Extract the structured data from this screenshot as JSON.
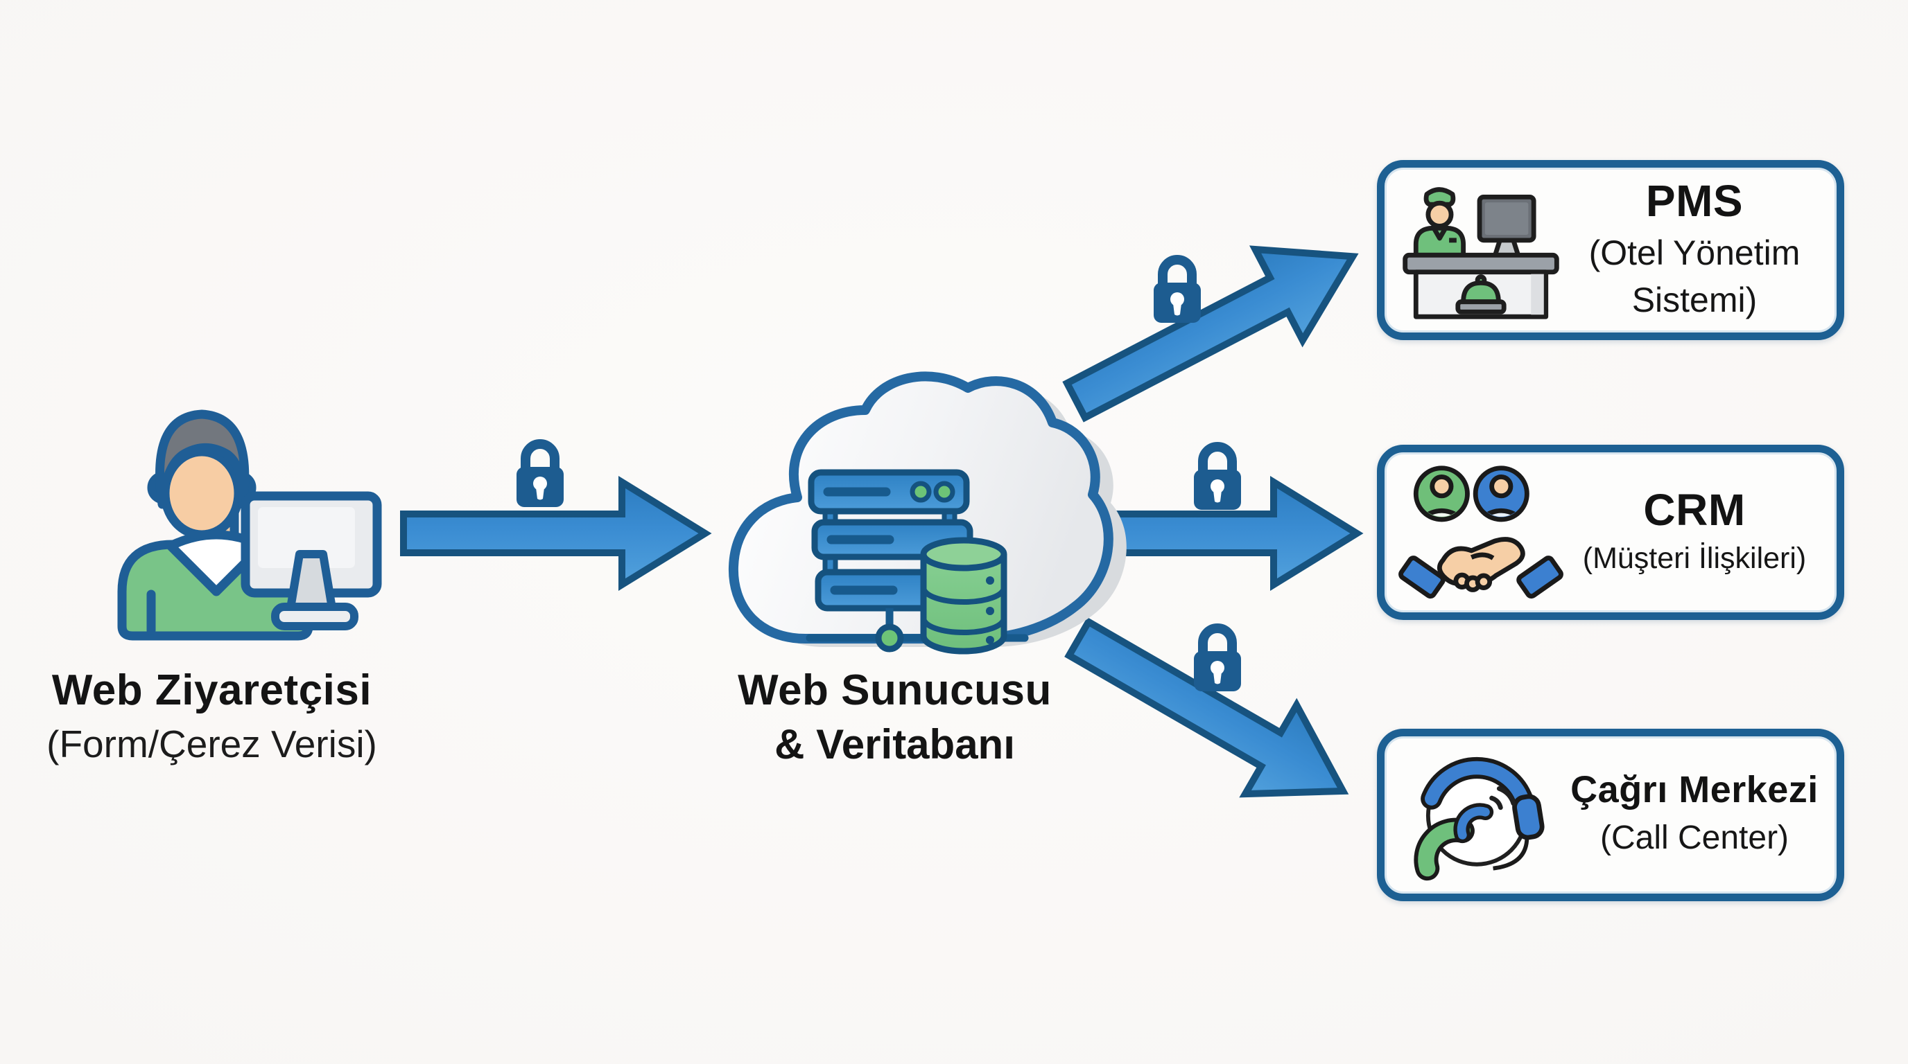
{
  "diagram": {
    "colors": {
      "background": "#f8f6f4",
      "arrow_fill": "#3a8cd2",
      "arrow_outline": "#17537f",
      "box_border": "#1d6093",
      "lock_blue": "#1d5c90",
      "icon_green": "#74c27a",
      "icon_blue": "#3c80d0",
      "text": "#141414"
    },
    "visitor": {
      "icon": "person-at-computer-icon",
      "label": "Web Ziyaretçisi",
      "sublabel": "(Form/Çerez Verisi)"
    },
    "server": {
      "icon": "cloud-server-database-icon",
      "label_line1": "Web Sunucusu",
      "label_line2": "& Veritabanı"
    },
    "connections": [
      {
        "name": "visitor-to-server",
        "lock_icon": "padlock-icon"
      },
      {
        "name": "server-to-pms",
        "lock_icon": "padlock-icon"
      },
      {
        "name": "server-to-crm",
        "lock_icon": "padlock-icon"
      },
      {
        "name": "server-to-call-center",
        "lock_icon": "padlock-icon"
      }
    ],
    "systems": [
      {
        "id": "pms",
        "icon": "hotel-reception-desk-icon",
        "title": "PMS",
        "subtitle": "(Otel Yönetim Sistemi)"
      },
      {
        "id": "crm",
        "icon": "handshake-customers-icon",
        "title": "CRM",
        "subtitle": "(Müşteri İlişkileri)"
      },
      {
        "id": "call-center",
        "icon": "call-center-phone-headset-icon",
        "title": "Çağrı Merkezi",
        "subtitle": "(Call Center)"
      }
    ]
  }
}
